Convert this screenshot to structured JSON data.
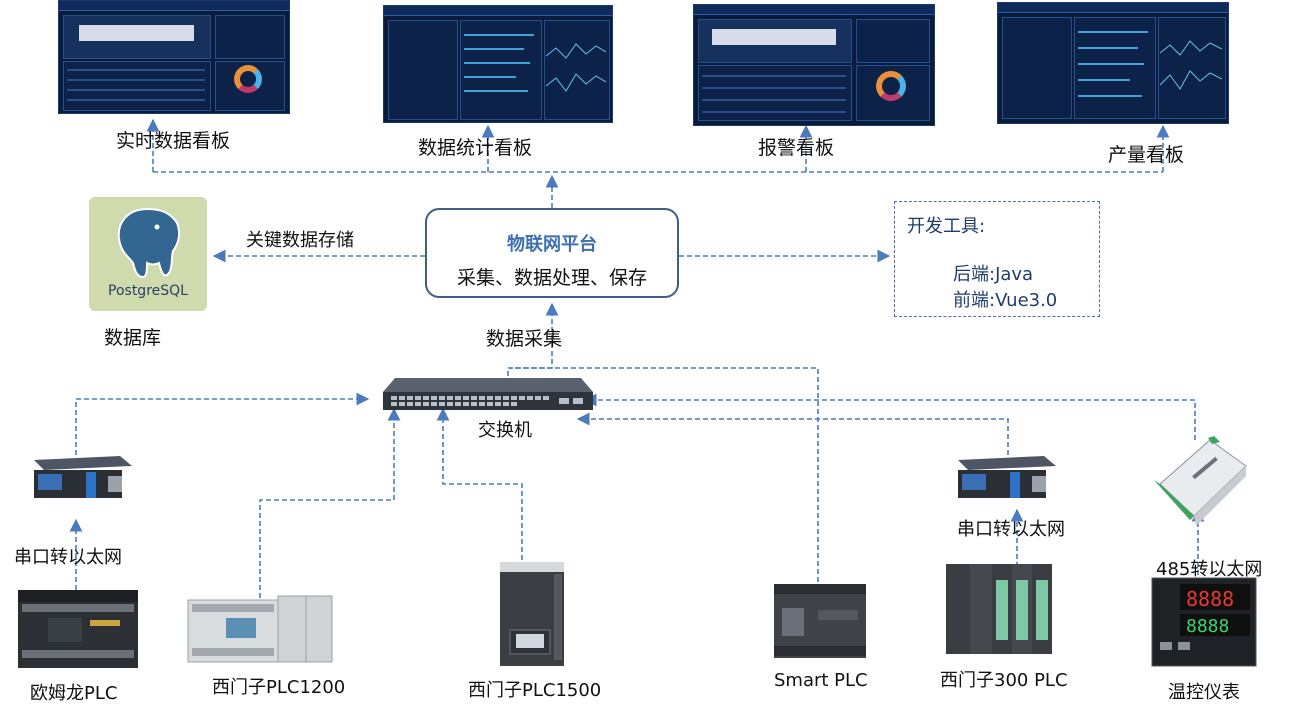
{
  "dashboards": [
    {
      "label": "实时数据看板"
    },
    {
      "label": "数据统计看板"
    },
    {
      "label": "报警看板"
    },
    {
      "label": "产量看板"
    }
  ],
  "platform": {
    "title": "物联网平台",
    "subtitle": "采集、数据处理、保存"
  },
  "database": {
    "logo_text": "PostgreSQL",
    "label": "数据库",
    "edge_label": "关键数据存储"
  },
  "devtools": {
    "title": "开发工具:",
    "backend": "后端:Java",
    "frontend": "前端:Vue3.0"
  },
  "collection_label": "数据采集",
  "switch_label": "交换机",
  "devices": {
    "converter_left": "串口转以太网",
    "converter_right": "串口转以太网",
    "converter_485": "485转以太网",
    "omron": "欧姆龙PLC",
    "s1200": "西门子PLC1200",
    "s1500": "西门子PLC1500",
    "smart": "Smart PLC",
    "s300": "西门子300 PLC",
    "temp": "温控仪表"
  },
  "colors": {
    "line": "#4a7bbf",
    "dash_bg": "#0b1b3a",
    "platform_title": "#3e6fb0",
    "pg_bg": "#cfdbad"
  }
}
